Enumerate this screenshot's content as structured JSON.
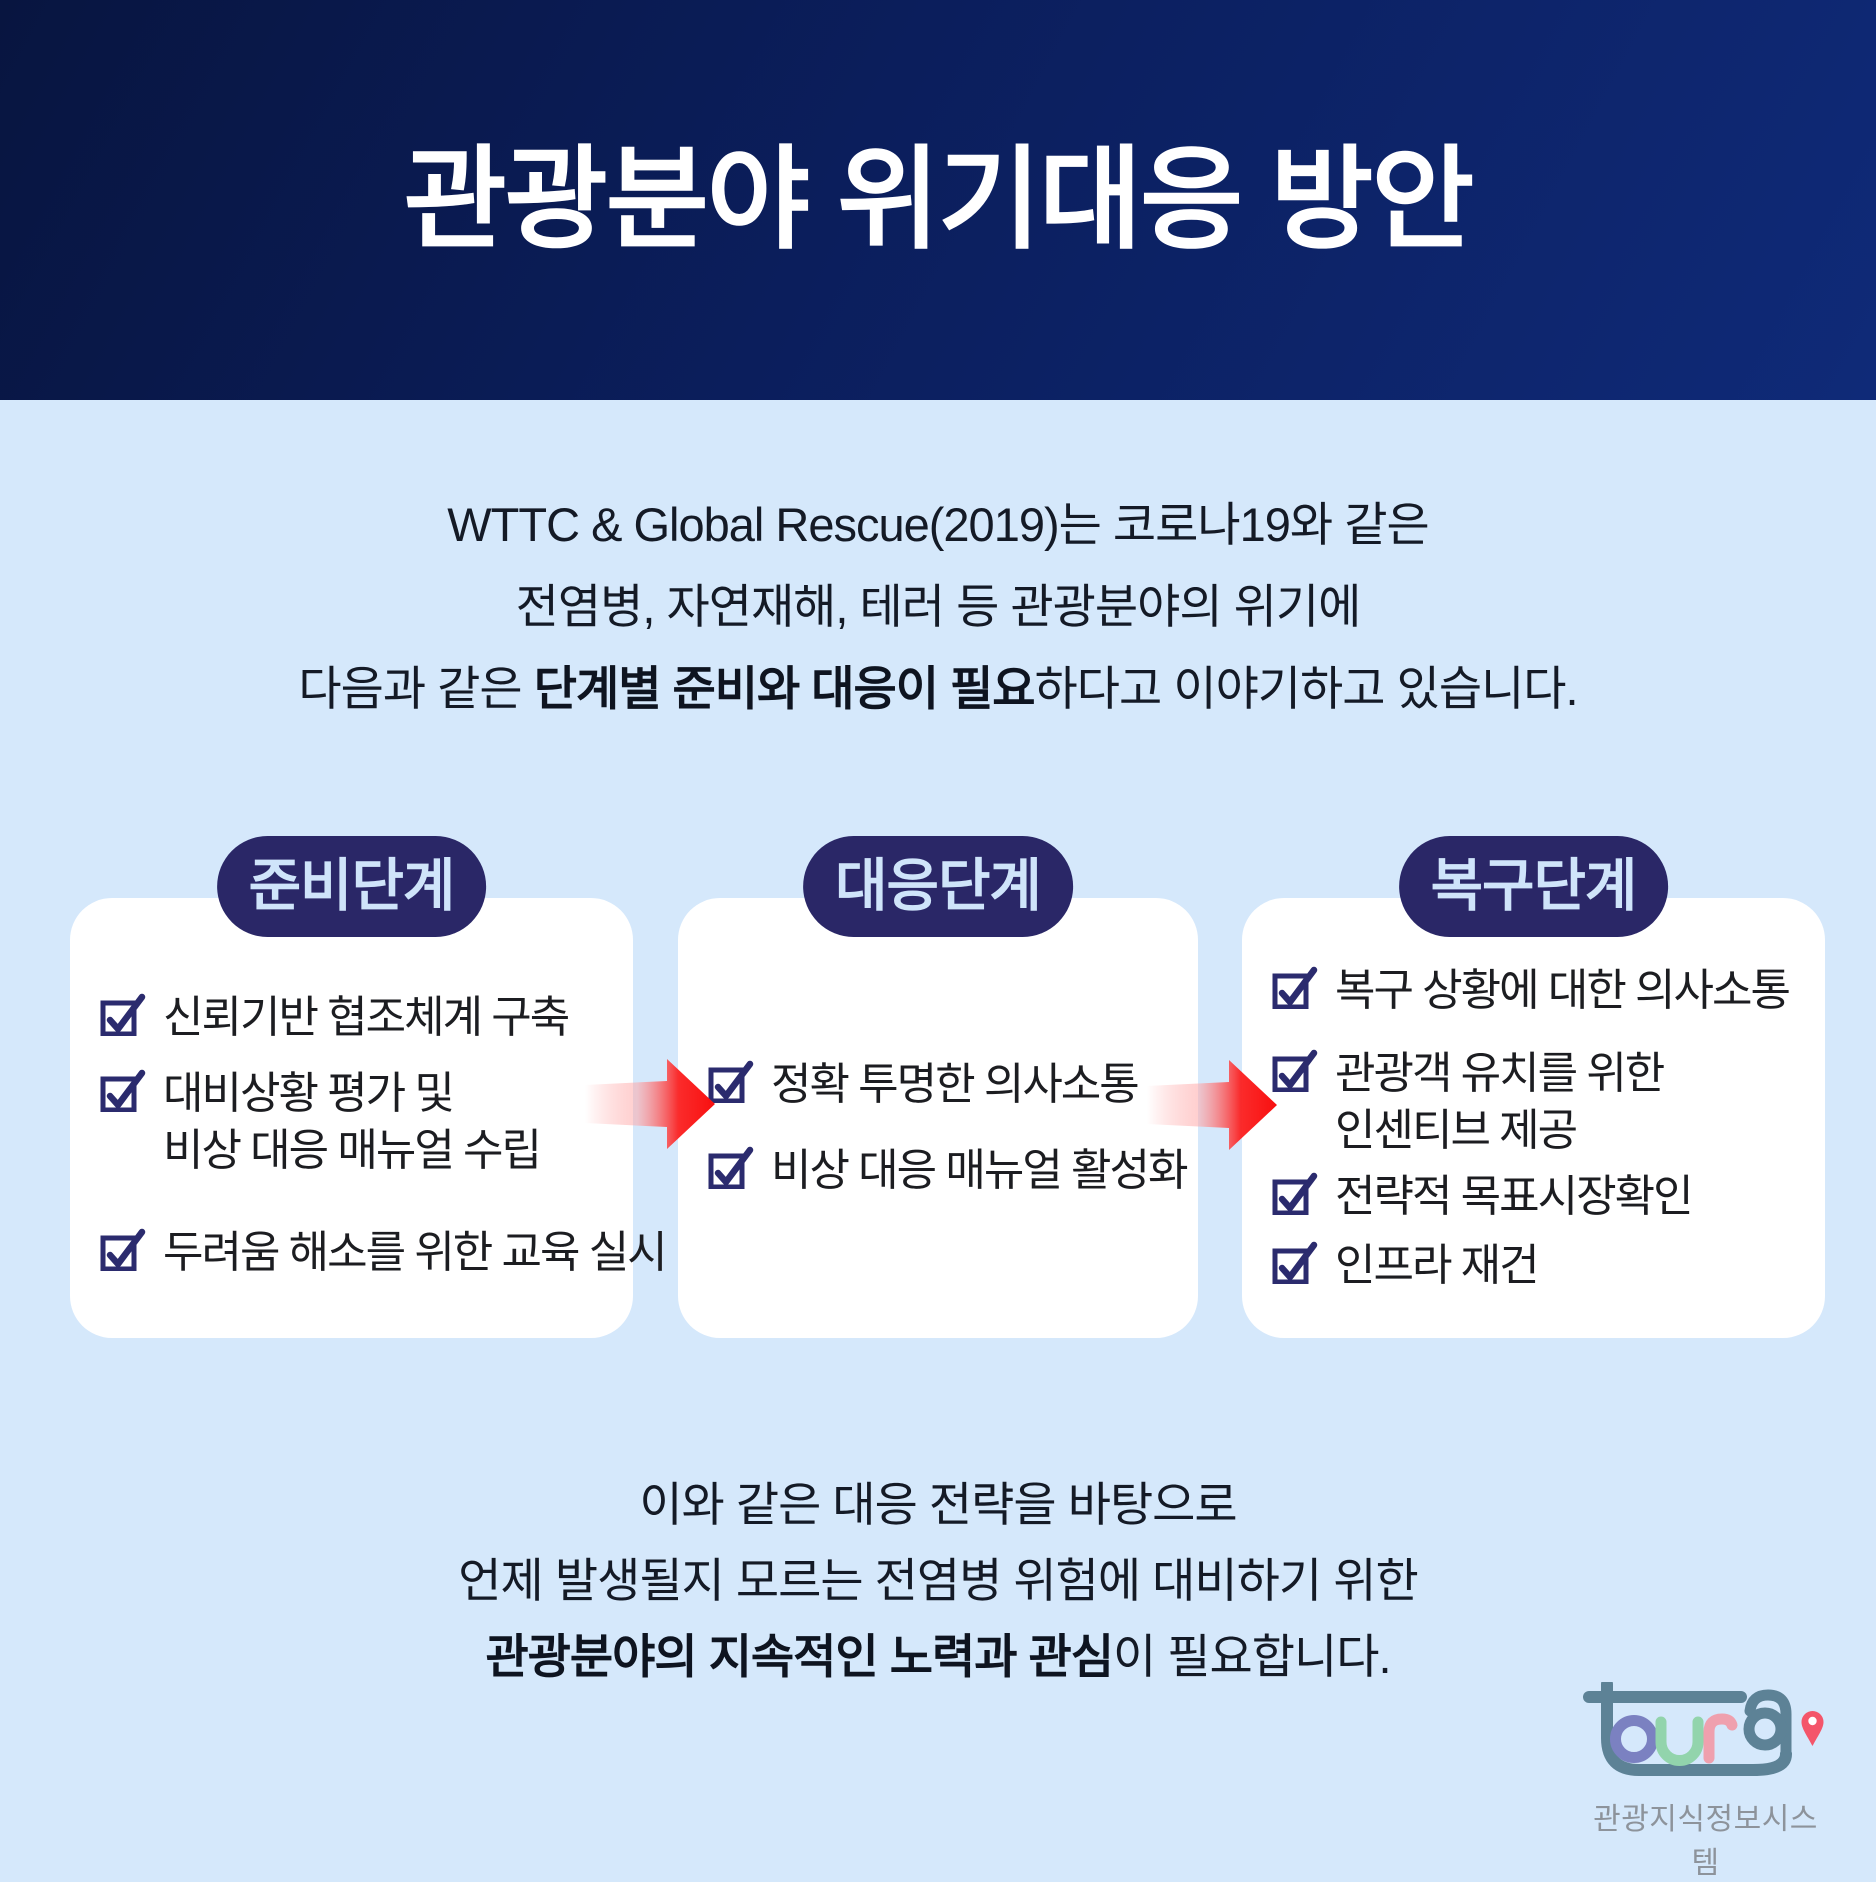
{
  "header": {
    "title": "관광분야 위기대응 방안"
  },
  "intro": {
    "line1": "WTTC & Global Rescue(2019)는 코로나19와 같은",
    "line2": "전염병, 자연재해, 테러 등 관광분야의 위기에",
    "line3_pre": "다음과 같은 ",
    "line3_bold": "단계별 준비와 대응이 필요",
    "line3_post": "하다고 이야기하고 있습니다."
  },
  "stages": [
    {
      "label": "준비단계",
      "items": [
        {
          "lines": [
            "신뢰기반 협조체계 구축"
          ]
        },
        {
          "lines": [
            "대비상황 평가 및",
            "비상 대응 매뉴얼 수립"
          ]
        },
        {
          "lines": [
            "두려움 해소를 위한 교육 실시"
          ]
        }
      ]
    },
    {
      "label": "대응단계",
      "items": [
        {
          "lines": [
            "정확 투명한 의사소통"
          ]
        },
        {
          "lines": [
            "비상 대응 매뉴얼 활성화"
          ]
        }
      ]
    },
    {
      "label": "복구단계",
      "items": [
        {
          "lines": [
            "복구 상황에 대한 의사소통"
          ]
        },
        {
          "lines": [
            "관광객 유치를 위한",
            "인센티브 제공"
          ]
        },
        {
          "lines": [
            "전략적 목표시장확인"
          ]
        },
        {
          "lines": [
            "인프라 재건"
          ]
        }
      ]
    }
  ],
  "outro": {
    "line1": "이와 같은 대응 전략을 바탕으로",
    "line2": "언제 발생될지 모르는 전염병 위험에 대비하기 위한",
    "line3_bold": "관광분야의 지속적인 노력과 관심",
    "line3_post": "이 필요합니다."
  },
  "footer": {
    "logo_text": "tour9",
    "caption": "관광지식정보시스템"
  },
  "colors": {
    "background": "#d5e8fb",
    "header_navy_dark": "#081540",
    "header_navy_light": "#0f2a78",
    "pill_bg": "#2a2767",
    "pill_text": "#cfe4fa",
    "card_bg": "#ffffff",
    "checkbox_navy": "#2b2b6e",
    "arrow_red": "#f80f0f",
    "logo_teal": "#5d8296",
    "logo_o_purple": "#7b81c1",
    "logo_u_mint": "#92d4ac",
    "logo_r_pink": "#efa0ae",
    "logo_pin_red": "#f4556a",
    "caption_gray": "#8d939b"
  }
}
